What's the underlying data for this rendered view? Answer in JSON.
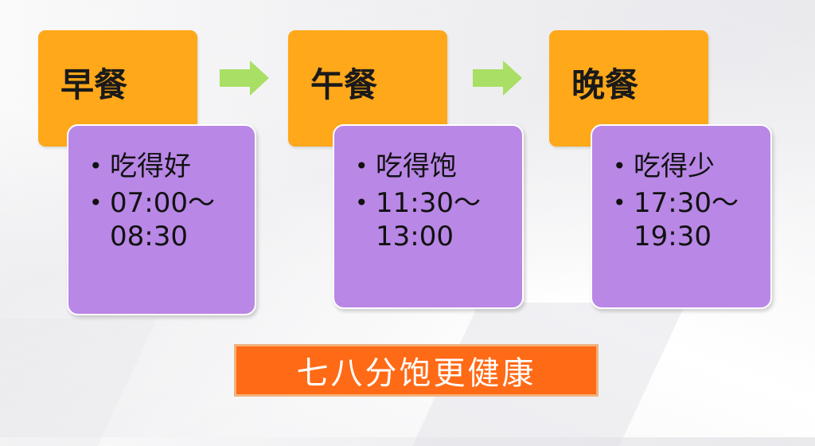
{
  "meals": [
    {
      "title": "早餐",
      "items": [
        "吃得好",
        "07:00～\n08:30"
      ]
    },
    {
      "title": "午餐",
      "items": [
        "吃得饱",
        "11:30～\n13:00"
      ]
    },
    {
      "title": "晚餐",
      "items": [
        "吃得少",
        "17:30～\n19:30"
      ]
    }
  ],
  "bullet_symbol": "•",
  "slogan": "七八分饱更健康",
  "colors": {
    "title_box": "#ffa81a",
    "card": "#b987e6",
    "arrow": "#a9df64",
    "slogan_bg": "#ff6a16"
  },
  "icons": [
    "arrow-right-icon"
  ]
}
